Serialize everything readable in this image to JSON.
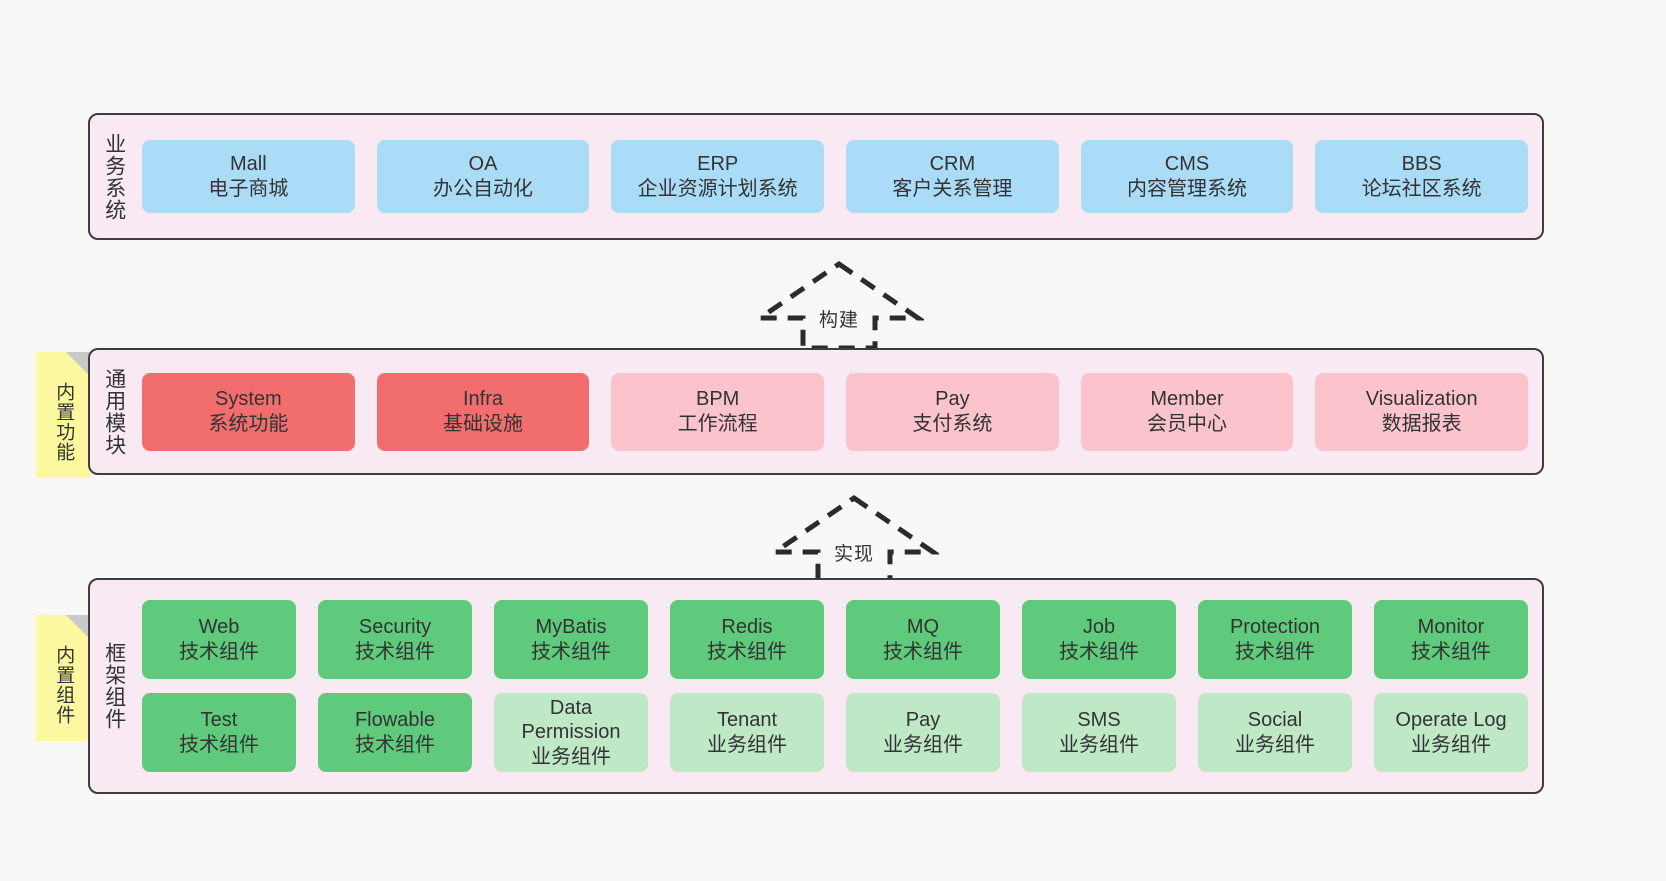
{
  "colors": {
    "page_background": "#f8f8f8",
    "layer_background": "#f8e9f3",
    "layer_border": "#3d3d3d",
    "business_card": "#aadcf8",
    "module_active": "#f26e6e",
    "module_planned": "#fbc4cd",
    "component_tech": "#5fca7c",
    "component_biz": "#bfe8c6",
    "sticky_note": "#fbf8a0",
    "sticky_fold": "#c9c9c9",
    "text": "#333333"
  },
  "layers": [
    {
      "id": "business",
      "title": "业务系统",
      "rows": [
        {
          "cards": [
            {
              "en": "Mall",
              "cn": "电子商城",
              "style": "blue"
            },
            {
              "en": "OA",
              "cn": "办公自动化",
              "style": "blue"
            },
            {
              "en": "ERP",
              "cn": "企业资源计划系统",
              "style": "blue"
            },
            {
              "en": "CRM",
              "cn": "客户关系管理",
              "style": "blue"
            },
            {
              "en": "CMS",
              "cn": "内容管理系统",
              "style": "blue"
            },
            {
              "en": "BBS",
              "cn": "论坛社区系统",
              "style": "blue"
            }
          ]
        }
      ]
    },
    {
      "id": "common",
      "title": "通用模块",
      "sticky": "内置功能",
      "rows": [
        {
          "cards": [
            {
              "en": "System",
              "cn": "系统功能",
              "style": "red"
            },
            {
              "en": "Infra",
              "cn": "基础设施",
              "style": "red"
            },
            {
              "en": "BPM",
              "cn": "工作流程",
              "style": "pink"
            },
            {
              "en": "Pay",
              "cn": "支付系统",
              "style": "pink"
            },
            {
              "en": "Member",
              "cn": "会员中心",
              "style": "pink"
            },
            {
              "en": "Visualization",
              "cn": "数据报表",
              "style": "pink"
            }
          ]
        }
      ]
    },
    {
      "id": "framework",
      "title": "框架组件",
      "sticky": "内置组件",
      "rows": [
        {
          "cards": [
            {
              "en": "Web",
              "cn": "技术组件",
              "style": "green"
            },
            {
              "en": "Security",
              "cn": "技术组件",
              "style": "green"
            },
            {
              "en": "MyBatis",
              "cn": "技术组件",
              "style": "green"
            },
            {
              "en": "Redis",
              "cn": "技术组件",
              "style": "green"
            },
            {
              "en": "MQ",
              "cn": "技术组件",
              "style": "green"
            },
            {
              "en": "Job",
              "cn": "技术组件",
              "style": "green"
            },
            {
              "en": "Protection",
              "cn": "技术组件",
              "style": "green"
            },
            {
              "en": "Monitor",
              "cn": "技术组件",
              "style": "green"
            }
          ]
        },
        {
          "cards": [
            {
              "en": "Test",
              "cn": "技术组件",
              "style": "green"
            },
            {
              "en": "Flowable",
              "cn": "技术组件",
              "style": "green"
            },
            {
              "en": "Data Permission",
              "cn": "业务组件",
              "style": "lightgreen"
            },
            {
              "en": "Tenant",
              "cn": "业务组件",
              "style": "lightgreen"
            },
            {
              "en": "Pay",
              "cn": "业务组件",
              "style": "lightgreen"
            },
            {
              "en": "SMS",
              "cn": "业务组件",
              "style": "lightgreen"
            },
            {
              "en": "Social",
              "cn": "业务组件",
              "style": "lightgreen"
            },
            {
              "en": "Operate Log",
              "cn": "业务组件",
              "style": "lightgreen"
            }
          ]
        }
      ]
    }
  ],
  "arrows": [
    {
      "id": "build",
      "label": "构建",
      "direction": "up"
    },
    {
      "id": "impl",
      "label": "实现",
      "direction": "up"
    }
  ]
}
